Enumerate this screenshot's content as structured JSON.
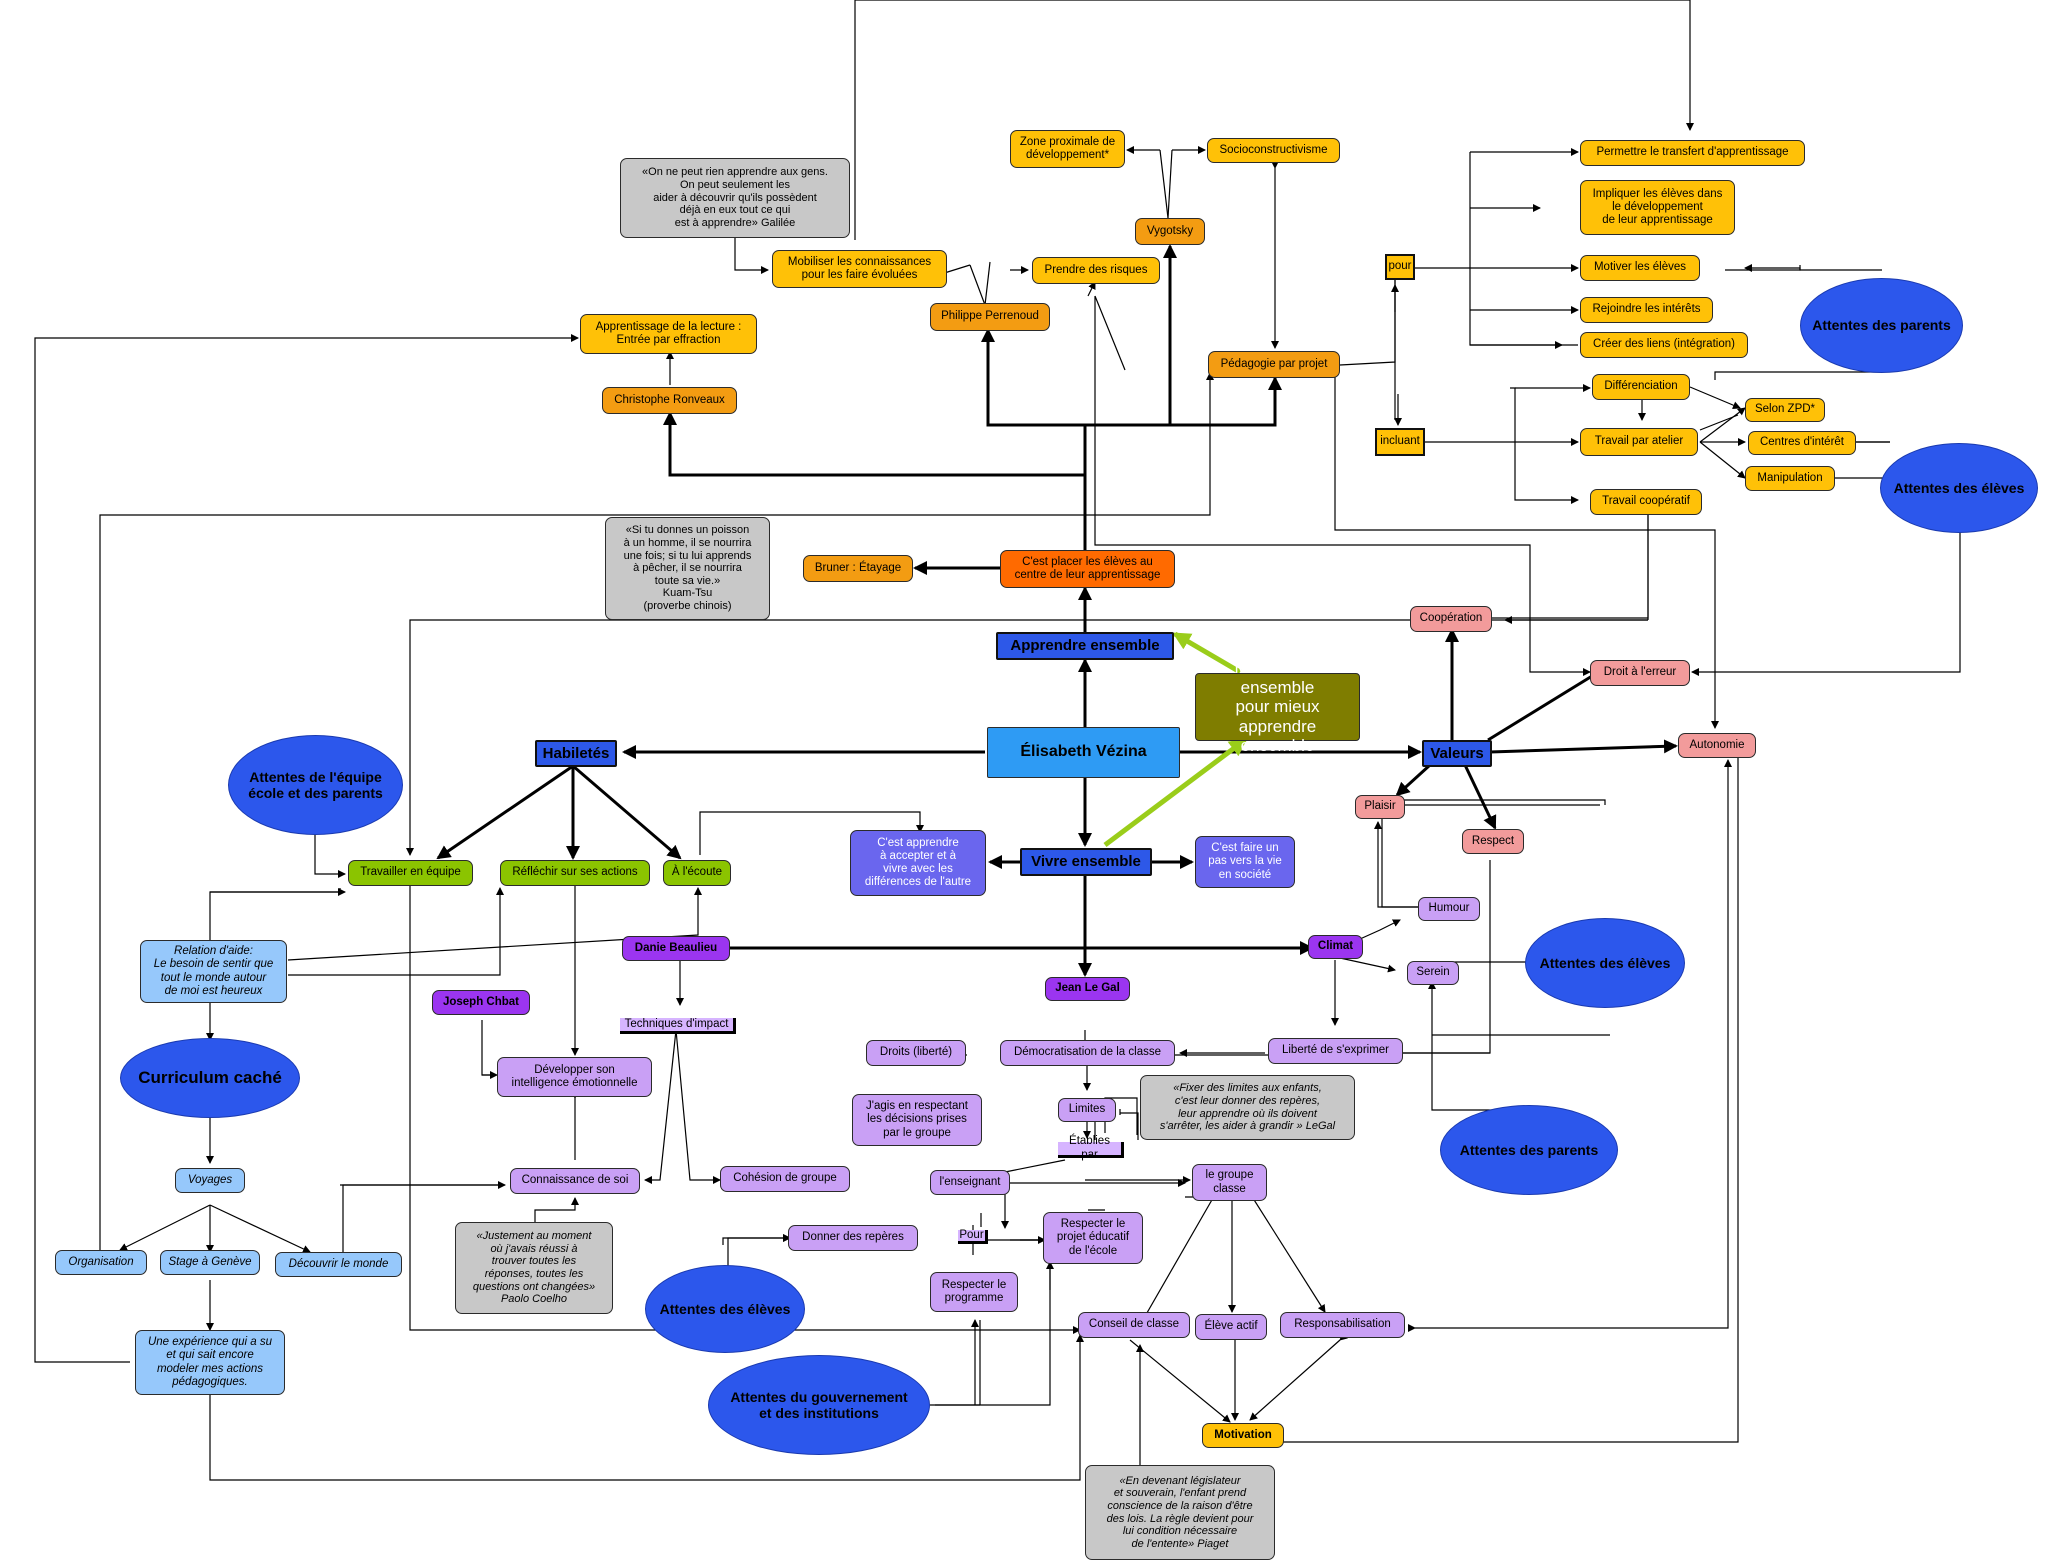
{
  "nodes": {
    "elisabeth": "Élisabeth Vézina",
    "apprendre_ensemble": "Apprendre ensemble",
    "vivre_ensemble": "Vivre ensemble",
    "habiletes": "Habiletés",
    "valeurs": "Valeurs",
    "mieux_vivre": "Mieux vivre ensemble\npour mieux apprendre\nensemble",
    "placer_eleves": "C'est placer les élèves au\ncentre de leur apprentissage",
    "bruner": "Bruner : Étayage",
    "quote_kuam": "«Si tu donnes un poisson\nà un homme, il se nourrira\nune fois; si tu lui apprends\nà pêcher, il se nourrira\ntoute sa vie.»\nKuam-Tsu\n(proverbe chinois)",
    "christophe": "Christophe Ronveaux",
    "apprentissage_lecture": "Apprentissage de la lecture :\nEntrée par effraction",
    "perrenoud": "Philippe Perrenoud",
    "mobiliser": "Mobiliser les connaissances\npour les faire évoluées",
    "quote_galilee": "«On ne peut rien apprendre aux gens.\nOn peut seulement les\naider à découvrir qu'ils possèdent\ndéjà en eux tout ce qui\nest à apprendre» Galilée",
    "prendre_risques": "Prendre des risques",
    "vygotsky": "Vygotsky",
    "zone_proximale": "Zone proximale de\ndéveloppement*",
    "socioconstructivisme": "Socioconstructivisme",
    "pedagogie_projet": "Pédagogie par projet",
    "pour": "pour",
    "incluant": "incluant",
    "permettre_transfert": "Permettre le transfert d'apprentissage",
    "impliquer": "Impliquer les élèves dans\nle développement\nde leur apprentissage",
    "motiver": "Motiver les élèves",
    "rejoindre": "Rejoindre les intérêts",
    "creer_liens": "Créer des liens (intégration)",
    "differenciation": "Différenciation",
    "selon_zpd": "Selon ZPD*",
    "travail_atelier": "Travail par atelier",
    "centres_interet": "Centres d'intérêt",
    "manipulation": "Manipulation",
    "travail_coop": "Travail coopératif",
    "attentes_parents_top": "Attentes des parents",
    "attentes_eleves_right": "Attentes des élèves",
    "cooperation": "Coopération",
    "droit_erreur": "Droit à l'erreur",
    "autonomie": "Autonomie",
    "plaisir": "Plaisir",
    "respect": "Respect",
    "humour": "Humour",
    "serein": "Serein",
    "climat": "Climat",
    "attentes_eleves_mid": "Attentes des élèves",
    "attentes_parents_bottom": "Attentes des parents",
    "liberte": "Liberté de s'exprimer",
    "attentes_equipe": "Attentes de l'équipe\nécole et des parents",
    "travailler_equipe": "Travailler en équipe",
    "reflechir": "Réfléchir sur ses actions",
    "ecoute": "À l'écoute",
    "apprendre_accepter": "C'est apprendre\nà accepter et à\nvivre avec les\ndifférences de l'autre",
    "faire_pas": "C'est faire un\npas vers la vie\nen société",
    "relation_aide": "Relation d'aide:\nLe besoin de sentir que\ntout le monde autour\nde moi est heureux",
    "curriculum": "Curriculum caché",
    "voyages": "Voyages",
    "organisation": "Organisation",
    "stage_geneve": "Stage à Genève",
    "decouvrir_monde": "Découvrir le monde",
    "experience": "Une expérience qui a su\net qui sait encore\nmodeler mes actions\npédagogiques.",
    "danie": "Danie Beaulieu",
    "techniques": "Techniques d'impact",
    "joseph": "Joseph Chbat",
    "developper": "Développer son\nintelligence émotionnelle",
    "connaissance_soi": "Connaissance de soi",
    "cohesion": "Cohésion de groupe",
    "quote_coelho": "«Justement au moment\noù j'avais réussi à\ntrouver toutes les\nréponses, toutes les\nquestions ont changées»\nPaolo Coelho",
    "jean": "Jean Le Gal",
    "democratisation": "Démocratisation de la classe",
    "droits": "Droits (liberté)",
    "jagis": "J'agis en respectant\nles décisions prises\npar le groupe",
    "limites": "Limites",
    "quote_legal": "«Fixer des limites aux enfants,\nc'est leur donner des repères,\nleur apprendre où ils doivent\ns'arrêter, les aider à grandir » LeGal",
    "etablies": "Établies par",
    "enseignant": "l'enseignant",
    "groupe_classe": "le groupe\nclasse",
    "pour_small": "Pour",
    "donner_reperes": "Donner des repères",
    "respecter_projet": "Respecter le\nprojet éducatif\nde l'école",
    "respecter_programme": "Respecter le\nprogramme",
    "attentes_eleves_bottom": "Attentes des élèves",
    "attentes_gouv": "Attentes du gouvernement\net des institutions",
    "conseil": "Conseil de classe",
    "eleve_actif": "Élève actif",
    "responsabilisation": "Responsabilisation",
    "motivation": "Motivation",
    "quote_piaget": "«En devenant législateur\net souverain, l'enfant prend\nconscience de la raison d'être\ndes lois. La règle devient pour\nlui condition nécessaire\nde l'entente» Piaget"
  },
  "colors": {
    "yellow": "#ffc107",
    "orange": "#f39c12",
    "deep_orange": "#ff6a00",
    "green": "#8bc400",
    "blue": "#2d58e8",
    "sky": "#2e9bf4",
    "lilac": "#c9a0f5",
    "purple": "#9b35f0",
    "pink": "#f29b9b",
    "light_blue": "#96c8fb",
    "olive": "#7f7d00",
    "gray": "#c8c8c8",
    "highlight_arrow": "#9acd1a"
  }
}
